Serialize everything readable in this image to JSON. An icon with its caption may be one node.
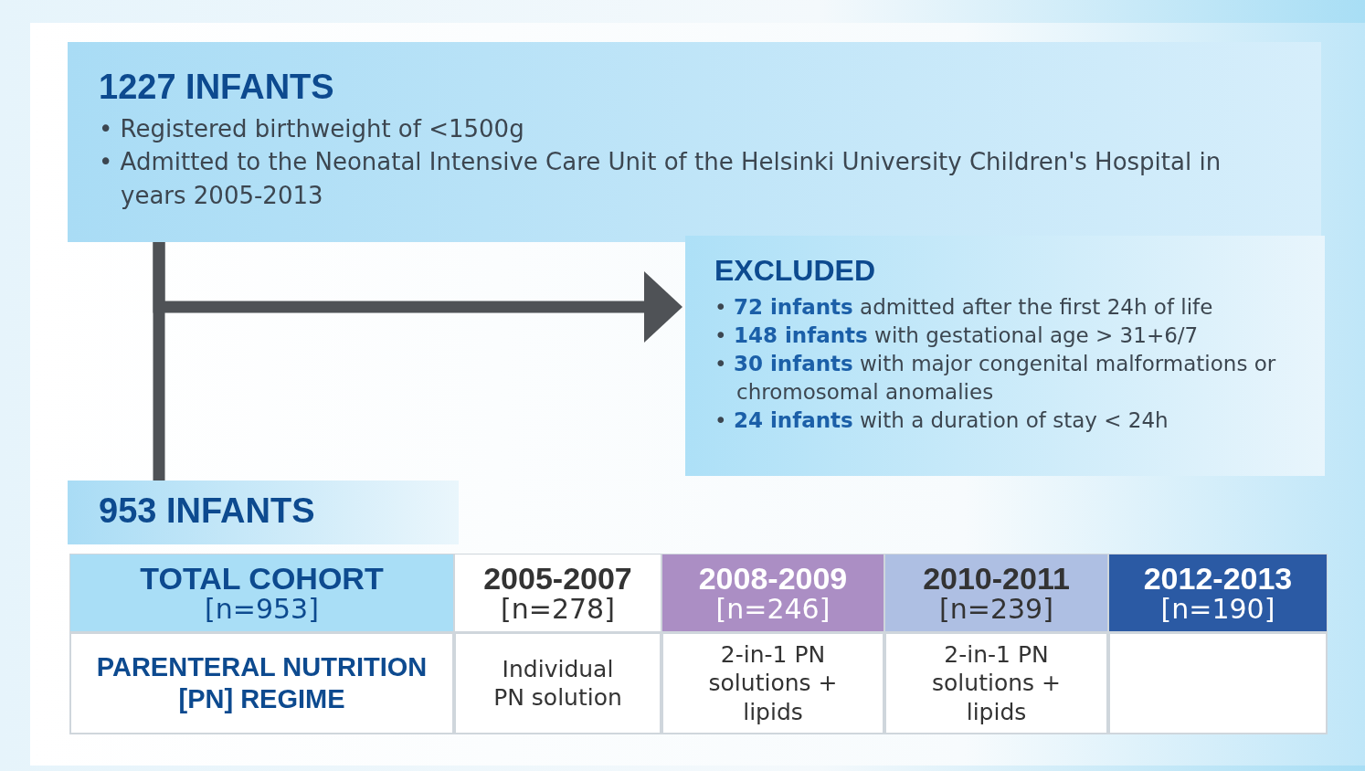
{
  "diagram": {
    "nodes": [
      {
        "text": [
          "1227 INFANTS",
          "• Registered birthweight of <1500g",
          "• Admitted to the Neonatal Intensive Care Unit of the Helsinki University Children's Hospital in years 2005-2013"
        ]
      },
      {
        "text": [
          "EXCLUDED",
          "• **72 infants** admitted after the first 24h of life",
          "• **148 infants** with gestational age > 31+6/7",
          "• **30 infants** with major congenital malformations or chromosomal anomalies",
          "• **24 infants** with a duration of stay < 24h"
        ]
      },
      {
        "text": [
          "953 INFANTS"
        ]
      }
    ],
    "edges": [
      {
        "from": 0,
        "to": 2,
        "arrow": "none"
      },
      {
        "from": 0,
        "to": 1,
        "arrow": "to"
      }
    ],
    "labels": [
      "TOTAL COHORT",
      "[n=953]",
      "2005-2007",
      "[n=278]",
      "2008-2009",
      "[n=246]",
      "2010-2011",
      "[n=239]",
      "2012-2013",
      "[n=190]",
      "PARENTERAL NUTRITION [PN] REGIME",
      "Individual PN solution",
      "2-in-1 PN solutions + lipids",
      "2-in-1 PN solutions + lipids"
    ]
  }
}
